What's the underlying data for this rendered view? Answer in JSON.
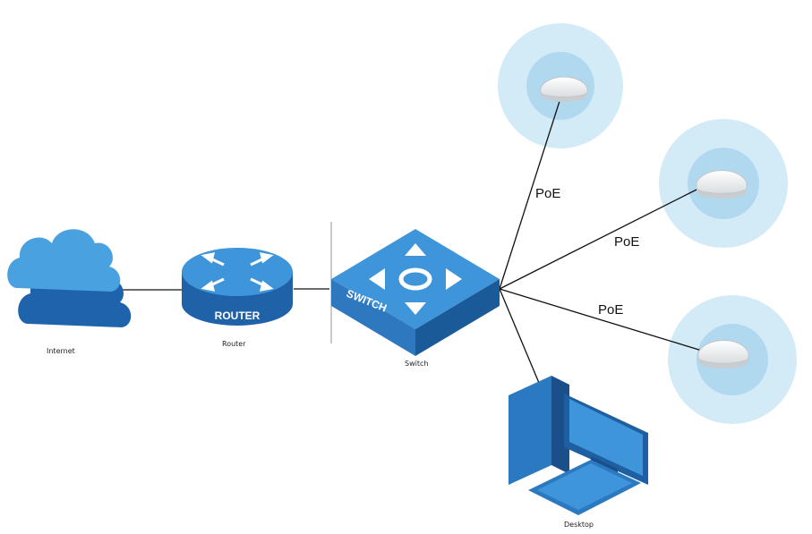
{
  "diagram": {
    "top_text": "",
    "nodes": {
      "internet": {
        "label": "Internet",
        "icon": "cloud-icon"
      },
      "router": {
        "label": "Router",
        "icon": "router-icon",
        "badge": "ROUTER"
      },
      "switch": {
        "label": "Switch",
        "icon": "switch-icon",
        "badge": "SWITCH"
      },
      "desktop": {
        "label": "Desktop",
        "icon": "desktop-computer-icon"
      },
      "ap1": {
        "icon": "access-point-icon"
      },
      "ap2": {
        "icon": "access-point-icon"
      },
      "ap3": {
        "icon": "access-point-icon"
      }
    },
    "links": [
      {
        "from": "internet",
        "to": "router",
        "label": ""
      },
      {
        "from": "router",
        "to": "switch",
        "label": ""
      },
      {
        "from": "switch",
        "to": "ap1",
        "label": "PoE"
      },
      {
        "from": "switch",
        "to": "ap2",
        "label": "PoE"
      },
      {
        "from": "switch",
        "to": "ap3",
        "label": "PoE"
      },
      {
        "from": "switch",
        "to": "desktop",
        "label": ""
      }
    ],
    "colors": {
      "device_blue": "#3b8fd6",
      "device_dark": "#1f5fa0",
      "coverage_outer": "#cfe8f6",
      "coverage_inner": "#a9d6ef",
      "ap_white": "#f4f6f7"
    }
  }
}
